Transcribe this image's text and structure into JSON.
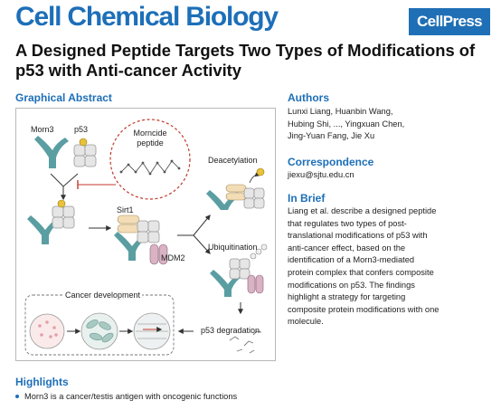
{
  "journal": "Cell Chemical Biology",
  "publisher_logo": "CellPress",
  "title": "A Designed Peptide Targets Two Types of Modifications of p53 with Anti-cancer Activity",
  "graphical_abstract": {
    "heading": "Graphical Abstract",
    "labels": {
      "morn3": "Morn3",
      "p53": "p53",
      "morncide_line1": "Morncide",
      "morncide_line2": "peptide",
      "sirt1": "Sirt1",
      "mdm2": "MDM2",
      "deacetylation": "Deacetylation",
      "ubiquitination": "Ubiquitination",
      "cancer_development": "Cancer development",
      "p53_degradation": "p53 degradation"
    },
    "colors": {
      "morn3": "#5a9ea2",
      "p53": "#e6e6e6",
      "sirt1": "#f2ddb6",
      "mdm2": "#d9b2c4",
      "morncide_circle": "#c0392b",
      "acetyl": "#e8c23a"
    }
  },
  "authors": {
    "heading": "Authors",
    "lines": [
      "Lunxi Liang, Huanbin Wang,",
      "Hubing Shi, ..., Yingxuan Chen,",
      "Jing-Yuan Fang, Jie Xu"
    ]
  },
  "correspondence": {
    "heading": "Correspondence",
    "email": "jiexu@sjtu.edu.cn"
  },
  "in_brief": {
    "heading": "In Brief",
    "lines": [
      "Liang et al. describe a designed peptide",
      "that regulates two types of post-",
      "translational modifications of p53 with",
      "anti-cancer effect, based on the",
      "identification of a Morn3-mediated",
      "protein complex that confers composite",
      "modifications on p53. The findings",
      "highlight a strategy for targeting",
      "composite protein modifications with one",
      "molecule."
    ]
  },
  "highlights": {
    "heading": "Highlights",
    "items": [
      "Morn3 is a cancer/testis antigen with oncogenic functions"
    ]
  }
}
